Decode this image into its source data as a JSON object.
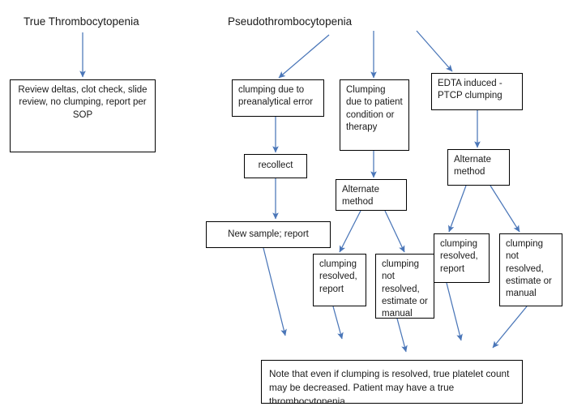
{
  "diagram": {
    "title_left": "True Thrombocytopenia",
    "title_right": "Pseudothrombocytopenia",
    "accent_color": "#4a76b8",
    "border_color": "#000000",
    "background_color": "#ffffff",
    "nodes": {
      "review_deltas": "Review deltas, clot check, slide review, no clumping, report per SOP",
      "preanalytical": "clumping due to preanalytical error",
      "patient_condition": "Clumping due to patient condition or therapy",
      "edta_induced": "EDTA induced - PTCP clumping",
      "recollect": "recollect",
      "new_sample": "New sample; report",
      "alternate_method_mid": "Alternate method",
      "alternate_method_right": "Alternate method",
      "resolved_mid": "clumping resolved, report",
      "not_resolved_mid": "clumping not resolved, estimate or manual",
      "resolved_right": "clumping resolved, report",
      "not_resolved_right": "clumping not resolved, estimate or manual",
      "note": "Note that even if clumping is resolved, true platelet count may be decreased. Patient may have a true thrombocytopenia"
    }
  }
}
